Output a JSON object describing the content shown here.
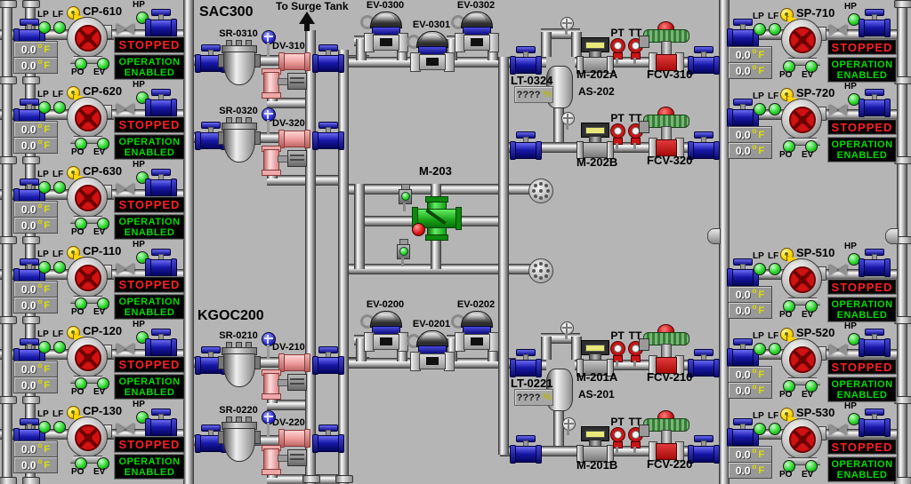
{
  "sections": {
    "left_top": "SAC300",
    "left_bottom": "KGOC200",
    "surge": "To Surge Tank"
  },
  "pump_common": {
    "status": "STOPPED",
    "op1": "OPERATION",
    "op2": "ENABLED",
    "temp": "0.0",
    "temp_sup": "o",
    "temp_unit": "F",
    "lp": "LP",
    "lf": "LF",
    "hp": "HP",
    "po": "PO",
    "ev": "EV"
  },
  "pumps_left": [
    "CP-610",
    "CP-620",
    "CP-630",
    "CP-110",
    "CP-120",
    "CP-130"
  ],
  "pumps_right": [
    "SP-710",
    "SP-720",
    "SP-510",
    "SP-520",
    "SP-530"
  ],
  "strainers": [
    "SR-0310",
    "SR-0320",
    "SR-0210",
    "SR-0220"
  ],
  "dv_valves": [
    "DV-310",
    "DV-320",
    "DV-210",
    "DV-220"
  ],
  "ev_valves": [
    "EV-0300",
    "EV-0301",
    "EV-0302",
    "EV-0200",
    "EV-0201",
    "EV-0202"
  ],
  "flow_meters": [
    "M-202A",
    "M-202B",
    "M-201A",
    "M-201B"
  ],
  "static_mixer": "M-203",
  "air_separators": [
    "AS-202",
    "AS-201"
  ],
  "level_transmitters": [
    {
      "label": "LT-0324",
      "value": "????",
      "unit": "%"
    },
    {
      "label": "LT-0221",
      "value": "????",
      "unit": "%"
    }
  ],
  "control_valves": [
    "FCV-310",
    "FCV-320",
    "FCV-210",
    "FCV-220"
  ],
  "transmitters": {
    "pt": "PT",
    "tt": "TT"
  },
  "colors": {
    "background": "#b5b5b5",
    "alarm_red": "#ff1f1f",
    "ok_green": "#00dd00",
    "indicator_green": "#2ad42a",
    "valve_blue": "#1717a8",
    "dv_pink": "#ee9a9a",
    "fcv_green": "#3a7a3a",
    "fcv_red": "#c01111",
    "pump_red": "#d01212",
    "display_yellow": "#dede00"
  }
}
